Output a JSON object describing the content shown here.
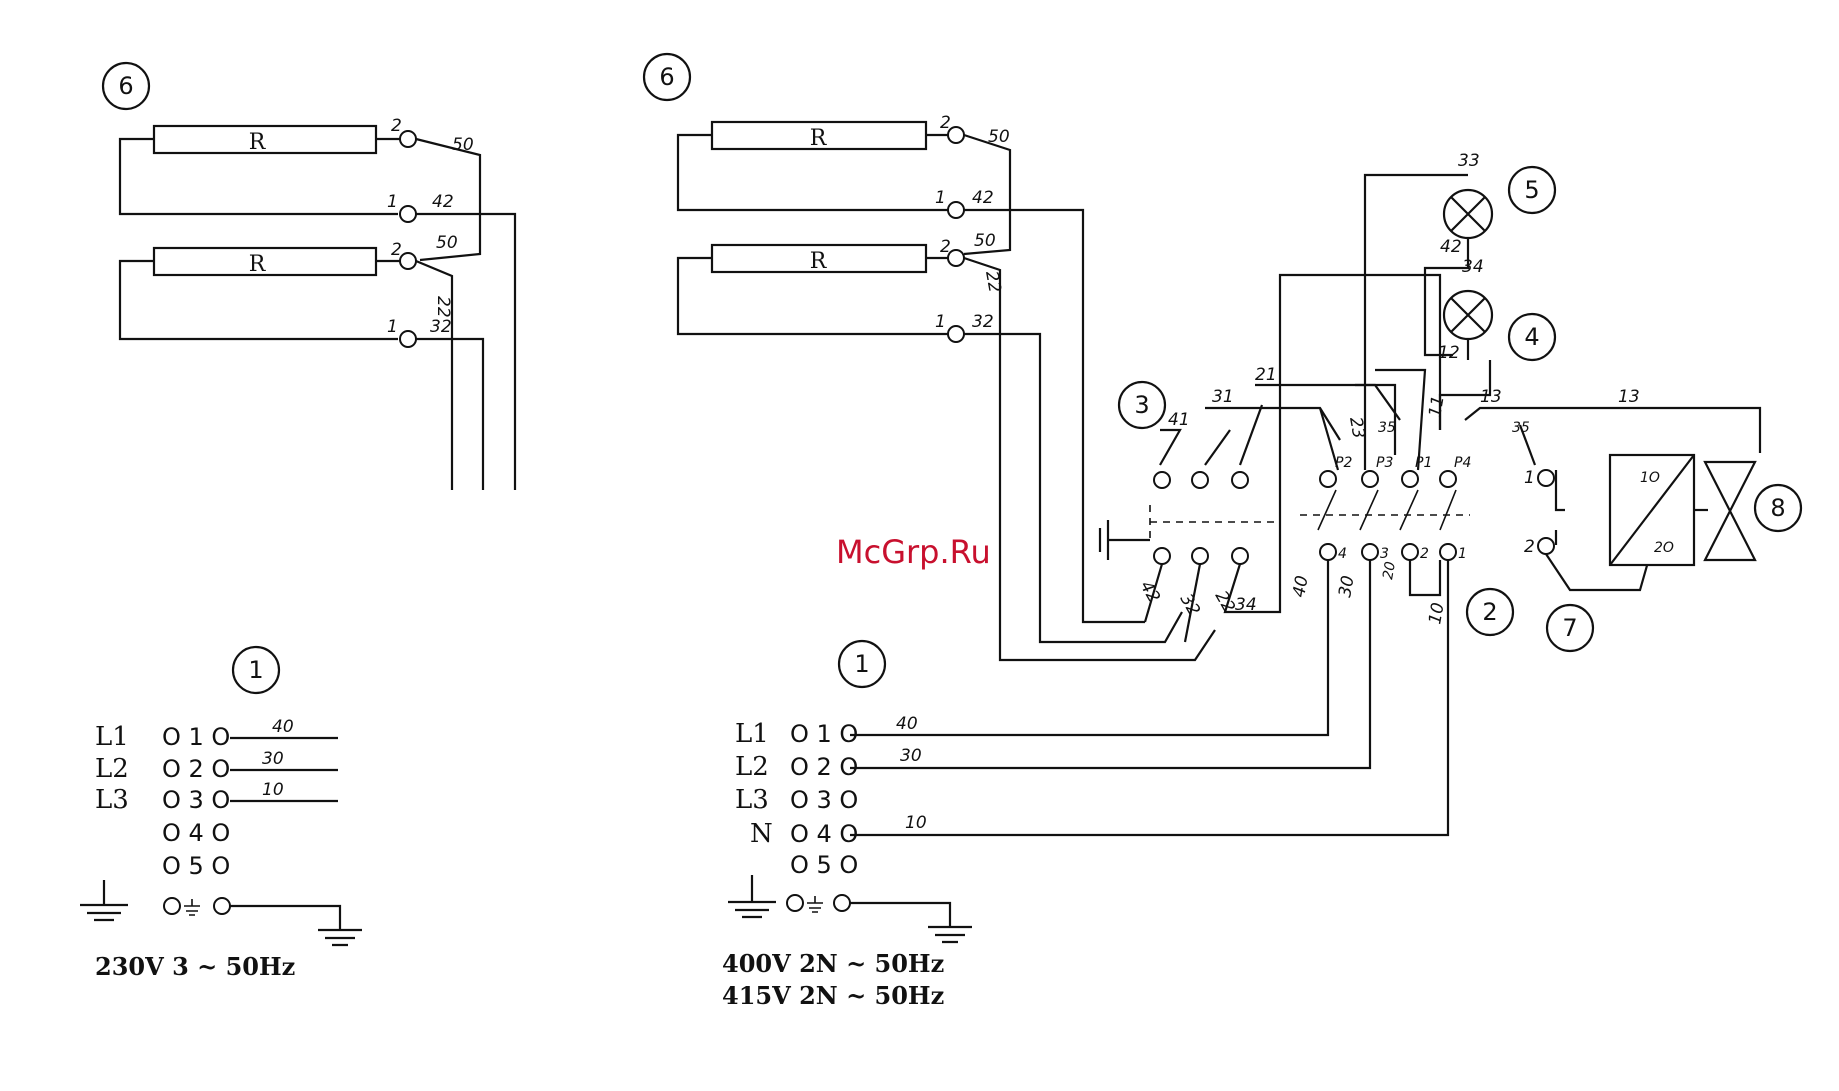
{
  "diagram": {
    "left": {
      "component_6": "6",
      "component_1": "1",
      "resistor_upper": "R",
      "resistor_lower": "R",
      "supply_rows": [
        {
          "label": "L1",
          "terminal": "O 1 O",
          "wire": "40"
        },
        {
          "label": "L2",
          "terminal": "O 2 O",
          "wire": "30"
        },
        {
          "label": "L3",
          "terminal": "O 3 O",
          "wire": "10"
        },
        {
          "label": "",
          "terminal": "O 4 O",
          "wire": ""
        },
        {
          "label": "",
          "terminal": "O 5 O",
          "wire": ""
        }
      ],
      "resistor_wires": {
        "r1_t2": "2",
        "r1_w": "50",
        "r1_t1": "1",
        "r1_w1": "42",
        "r2_t2": "2",
        "r2_w": "50",
        "r2_t1": "1",
        "r2_w1": "32",
        "r2_w22": "22"
      },
      "voltage": "230V  3 ~ 50Hz"
    },
    "right": {
      "component_6": "6",
      "component_1": "1",
      "component_2": "2",
      "component_3": "3",
      "component_4": "4",
      "component_5": "5",
      "component_7": "7",
      "component_8": "8",
      "resistor_upper": "R",
      "resistor_lower": "R",
      "supply_rows": [
        {
          "label": "L1",
          "terminal": "O 1 O",
          "wire": "40"
        },
        {
          "label": "L2",
          "terminal": "O 2 O",
          "wire": "30"
        },
        {
          "label": "L3",
          "terminal": "O 3 O",
          "wire": ""
        },
        {
          "label": "N",
          "terminal": "O 4 O",
          "wire": "10"
        },
        {
          "label": "",
          "terminal": "O 5 O",
          "wire": ""
        }
      ],
      "resistor_wires": {
        "r1_t2": "2",
        "r1_w": "50",
        "r1_t1": "1",
        "r1_w1": "42",
        "r2_t2": "2",
        "r2_w": "50",
        "r2_t1": "1",
        "r2_w1": "32",
        "r2_w22": "22"
      },
      "switch3_labels": [
        "41",
        "31",
        "21",
        "42",
        "32",
        "22",
        "34"
      ],
      "switch2_labels": [
        "P2",
        "P3",
        "P1",
        "P4",
        "4",
        "3",
        "2",
        "1",
        "40",
        "30",
        "20",
        "10"
      ],
      "lamp_labels": [
        "33",
        "42",
        "34",
        "12",
        "11",
        "23",
        "35",
        "13"
      ],
      "comp7_labels": [
        "1",
        "2",
        "35"
      ],
      "comp8_terminals": [
        "1O",
        "2O"
      ],
      "voltage_1": "400V  2N ~ 50Hz",
      "voltage_2": "415V  2N ~ 50Hz"
    }
  },
  "watermark": "McGrp.Ru"
}
